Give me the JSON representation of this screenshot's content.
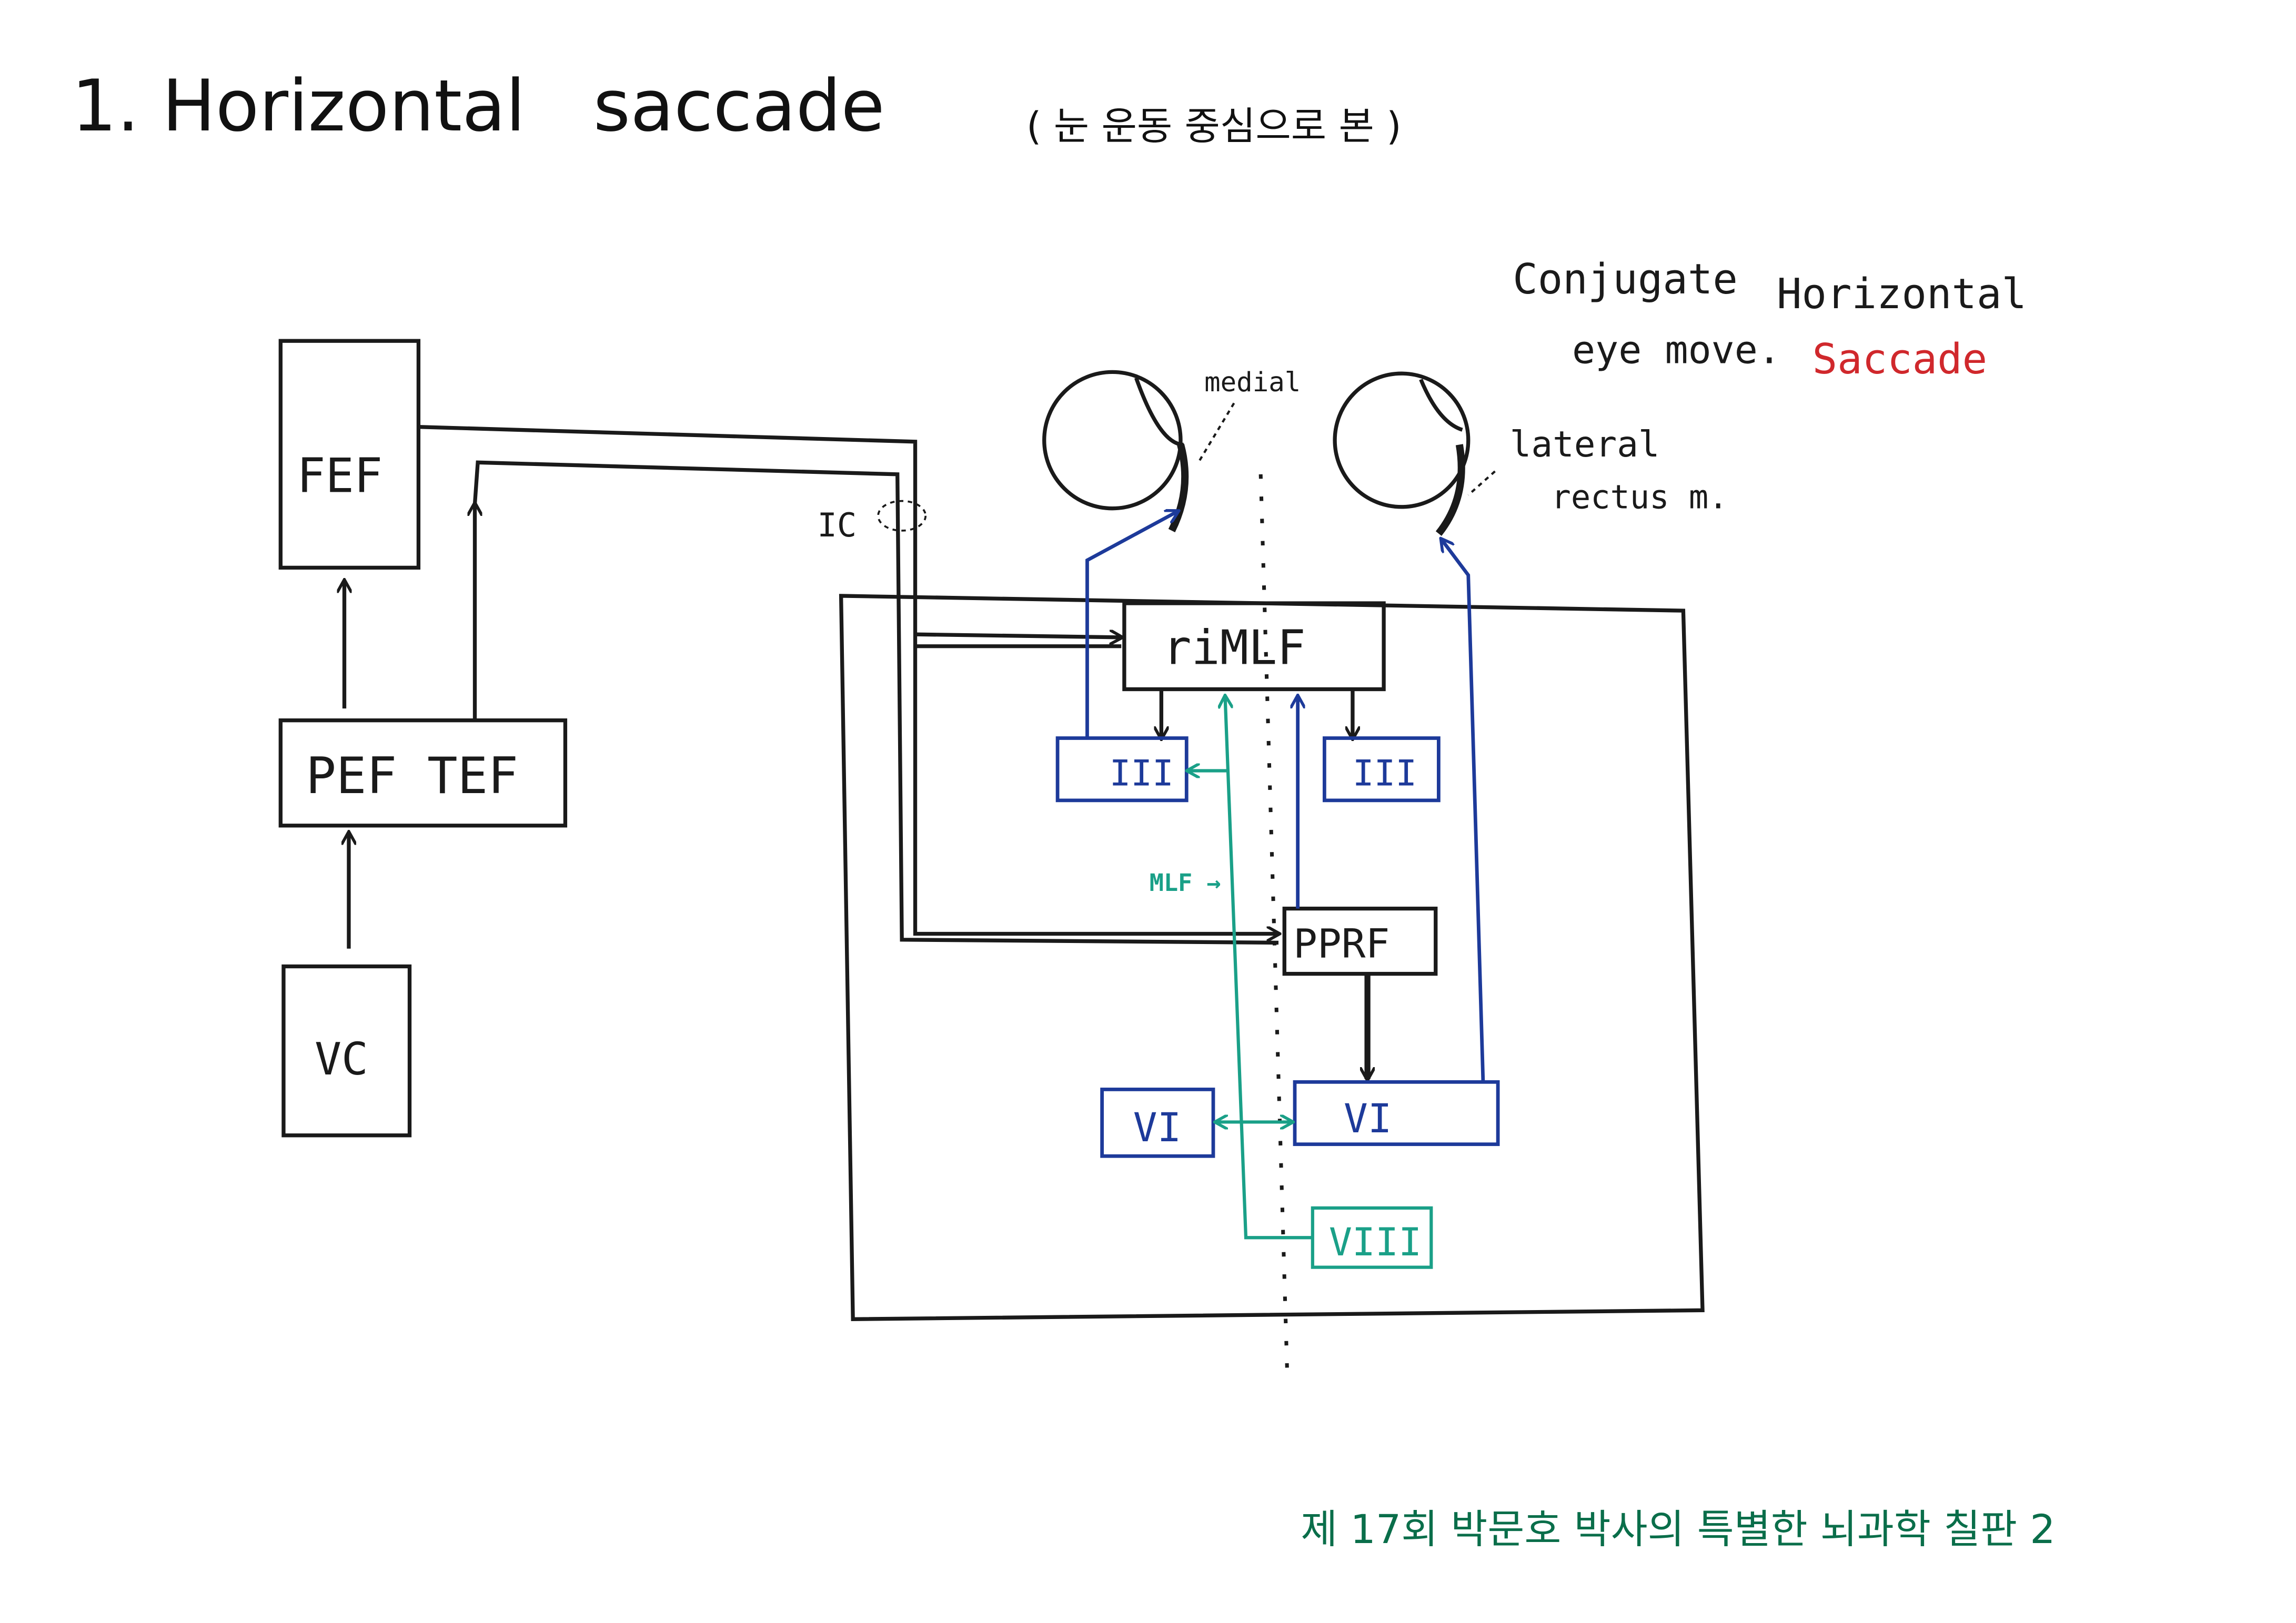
{
  "title": "1. Horizontal   saccade",
  "subtitle": "( 눈 운동 중심으로 본 )",
  "notes": {
    "conjugate": "Conjugate",
    "eye_move": "eye move.",
    "horizontal": "Horizontal",
    "saccade": "Saccade",
    "medial": "medial",
    "lateral": "lateral",
    "rectus": "rectus m."
  },
  "nodes": {
    "fef": "FEF",
    "pef_tef": "PEF TEF",
    "vc": "VC",
    "ic": "IC",
    "rimlf": "riMLF",
    "cn3_left": "III",
    "cn3_right": "III",
    "pprf": "PPRF",
    "cn6_left": "VI",
    "cn6_right": "VI",
    "cn8": "VIII",
    "mlf": "MLF →"
  },
  "colors": {
    "black": "#1a1a1a",
    "blue": "#1d3a9a",
    "green": "#1aa088",
    "red": "#d0282c",
    "footer": "#0a6e4a"
  },
  "footer": "제 17회 박문호 박사의 특별한 뇌과학 칠판 2"
}
